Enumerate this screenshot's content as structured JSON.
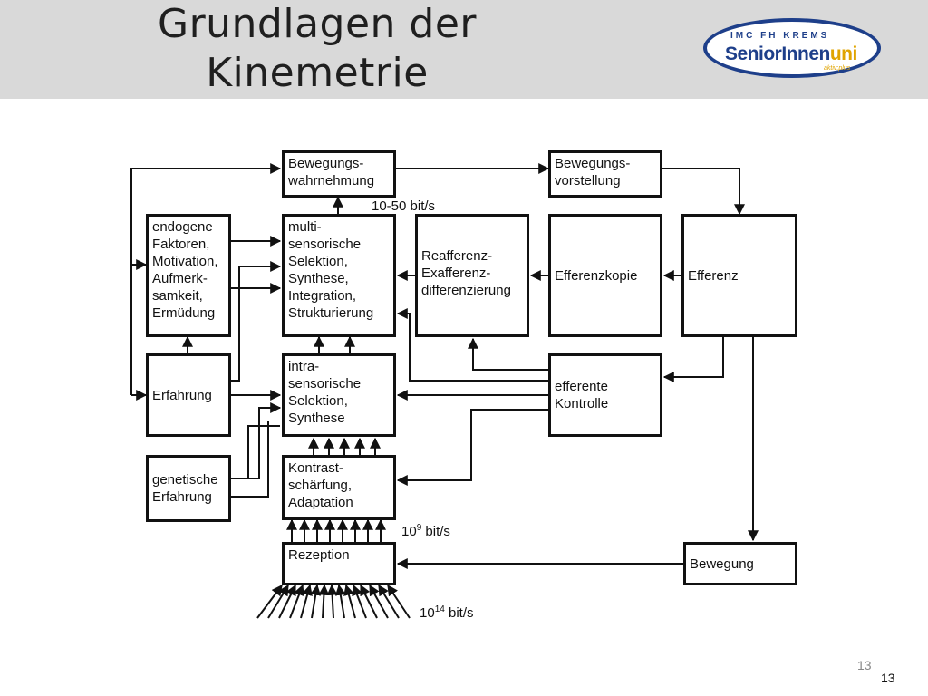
{
  "slide": {
    "title_line1": "Grundlagen der",
    "title_line2": "Kinemetrie",
    "page_number": "13",
    "page_number_footer": "13"
  },
  "logo": {
    "top_text": "IMC FH KREMS",
    "main_text": "SeniorInnen",
    "main_accent": "uni",
    "sub_text": "aktiv:plus"
  },
  "diagram": {
    "boxes": {
      "wahrnehmung": [
        "Bewegungs-",
        "wahrnehmung"
      ],
      "vorstellung": [
        "Bewegungs-",
        "vorstellung"
      ],
      "endogene": [
        "endogene",
        "Faktoren,",
        "Motivation,",
        "Aufmerk-",
        "samkeit,",
        "Ermüdung"
      ],
      "multi": [
        "multi-",
        "sensorische",
        "Selektion,",
        "Synthese,",
        "Integration,",
        "Strukturierung"
      ],
      "reafferenz": [
        "Reafferenz-",
        "Exafferenz-",
        "differenzierung"
      ],
      "efferenzkopie": [
        "Efferenzkopie"
      ],
      "efferenz": [
        "Efferenz"
      ],
      "erfahrung": [
        "Erfahrung"
      ],
      "intra": [
        "intra-",
        "sensorische",
        "Selektion,",
        "Synthese"
      ],
      "efferente": [
        "efferente",
        "Kontrolle"
      ],
      "genetische": [
        "genetische",
        "Erfahrung"
      ],
      "kontrast": [
        "Kontrast-",
        "schärfung,",
        "Adaptation"
      ],
      "rezeption": [
        "Rezeption"
      ],
      "bewegung": [
        "Bewegung"
      ]
    },
    "rates": {
      "r1": "10-50 bit/s",
      "r2_base": "10",
      "r2_exp": "9",
      "r2_unit": " bit/s",
      "r3_base": "10",
      "r3_exp": "14",
      "r3_unit": " bit/s"
    }
  }
}
